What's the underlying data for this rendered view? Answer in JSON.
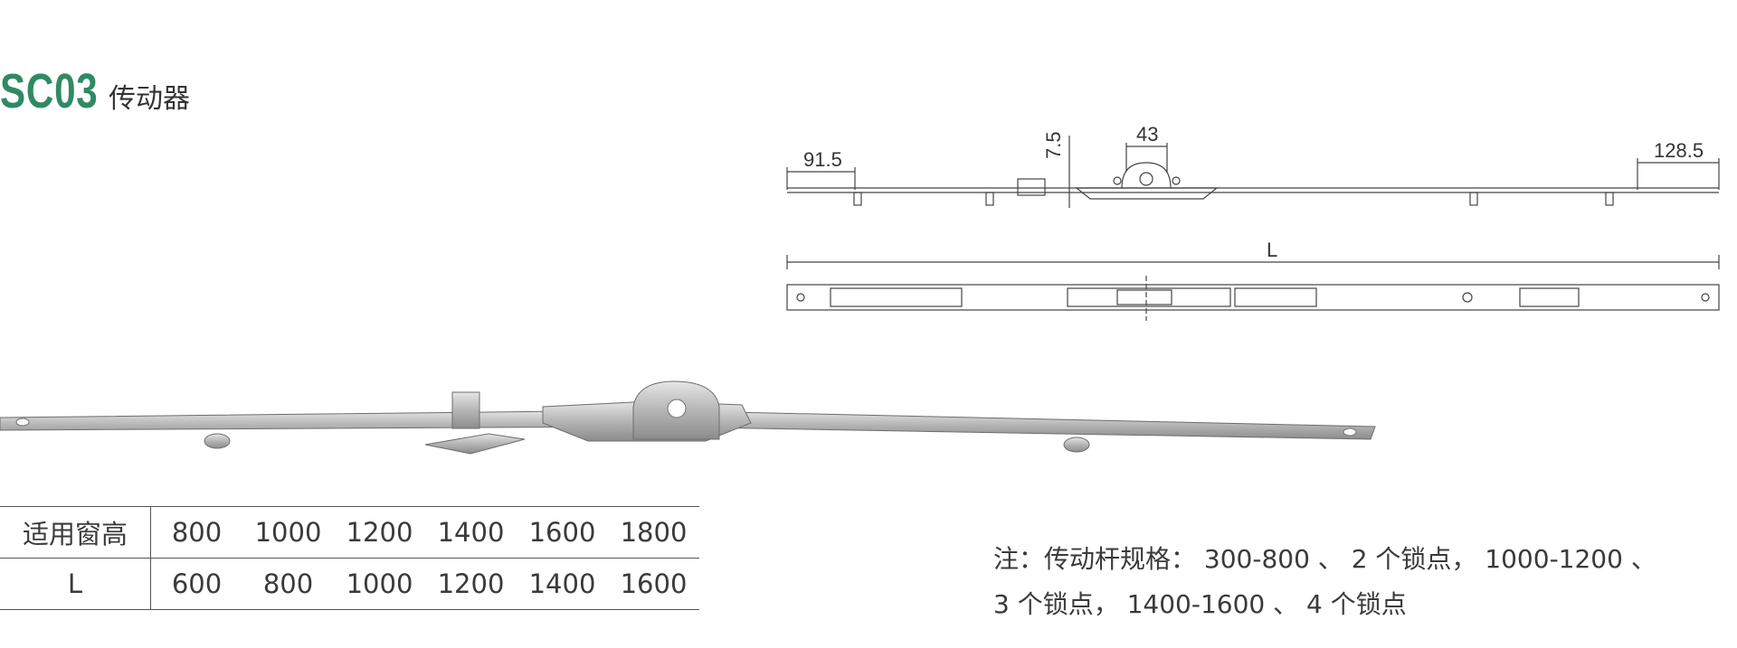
{
  "header": {
    "code": "SC03",
    "name": "传动器"
  },
  "drawing": {
    "dims": {
      "left": "91.5",
      "offset": "7.5",
      "center": "43",
      "right": "128.5",
      "length": "L"
    }
  },
  "spec_table": {
    "rows": [
      {
        "label": "适用窗高",
        "values": [
          "800",
          "1000",
          "1200",
          "1400",
          "1600",
          "1800"
        ]
      },
      {
        "label": "L",
        "values": [
          "600",
          "800",
          "1000",
          "1200",
          "1400",
          "1600"
        ]
      }
    ]
  },
  "note": {
    "line1": "注：传动杆规格： 300-800 、 2 个锁点， 1000-1200 、",
    "line2": "3 个锁点， 1400-1600 、 4 个锁点"
  },
  "colors": {
    "brand": "#2f8a63",
    "text": "#333333",
    "line": "#555555",
    "metal": "#b9b9b9"
  }
}
